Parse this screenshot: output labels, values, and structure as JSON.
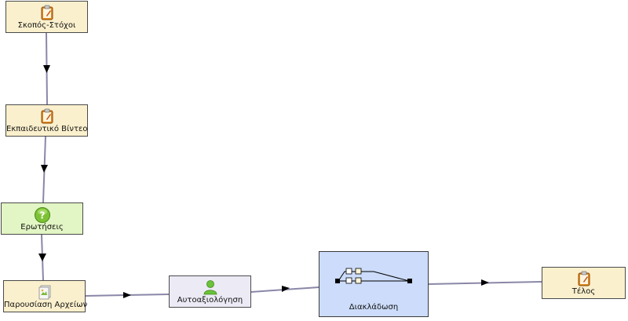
{
  "canvas": {
    "nodes": {
      "goals": {
        "label": "Σκοπός-Στόχοι",
        "icon": "notebook-icon"
      },
      "video": {
        "label": "Εκπαιδευτικό Βίντεο",
        "icon": "notebook-icon"
      },
      "questions": {
        "label": "Ερωτήσεις",
        "icon": "question-icon"
      },
      "files": {
        "label": "Παρουσίαση Αρχείων",
        "icon": "files-icon"
      },
      "self_assessment": {
        "label": "Αυτοαξιολόγηση",
        "icon": "person-icon"
      },
      "branching": {
        "label": "Διακλάδωση",
        "icon": "branch-icon"
      },
      "end": {
        "label": "Τέλος",
        "icon": "notebook-icon"
      }
    },
    "colors": {
      "activity": "#fbf0cd",
      "question": "#e2f5c4",
      "assessment": "#eceaf5",
      "branch": "#ccdcfa",
      "connector": "#8a87a8"
    }
  }
}
